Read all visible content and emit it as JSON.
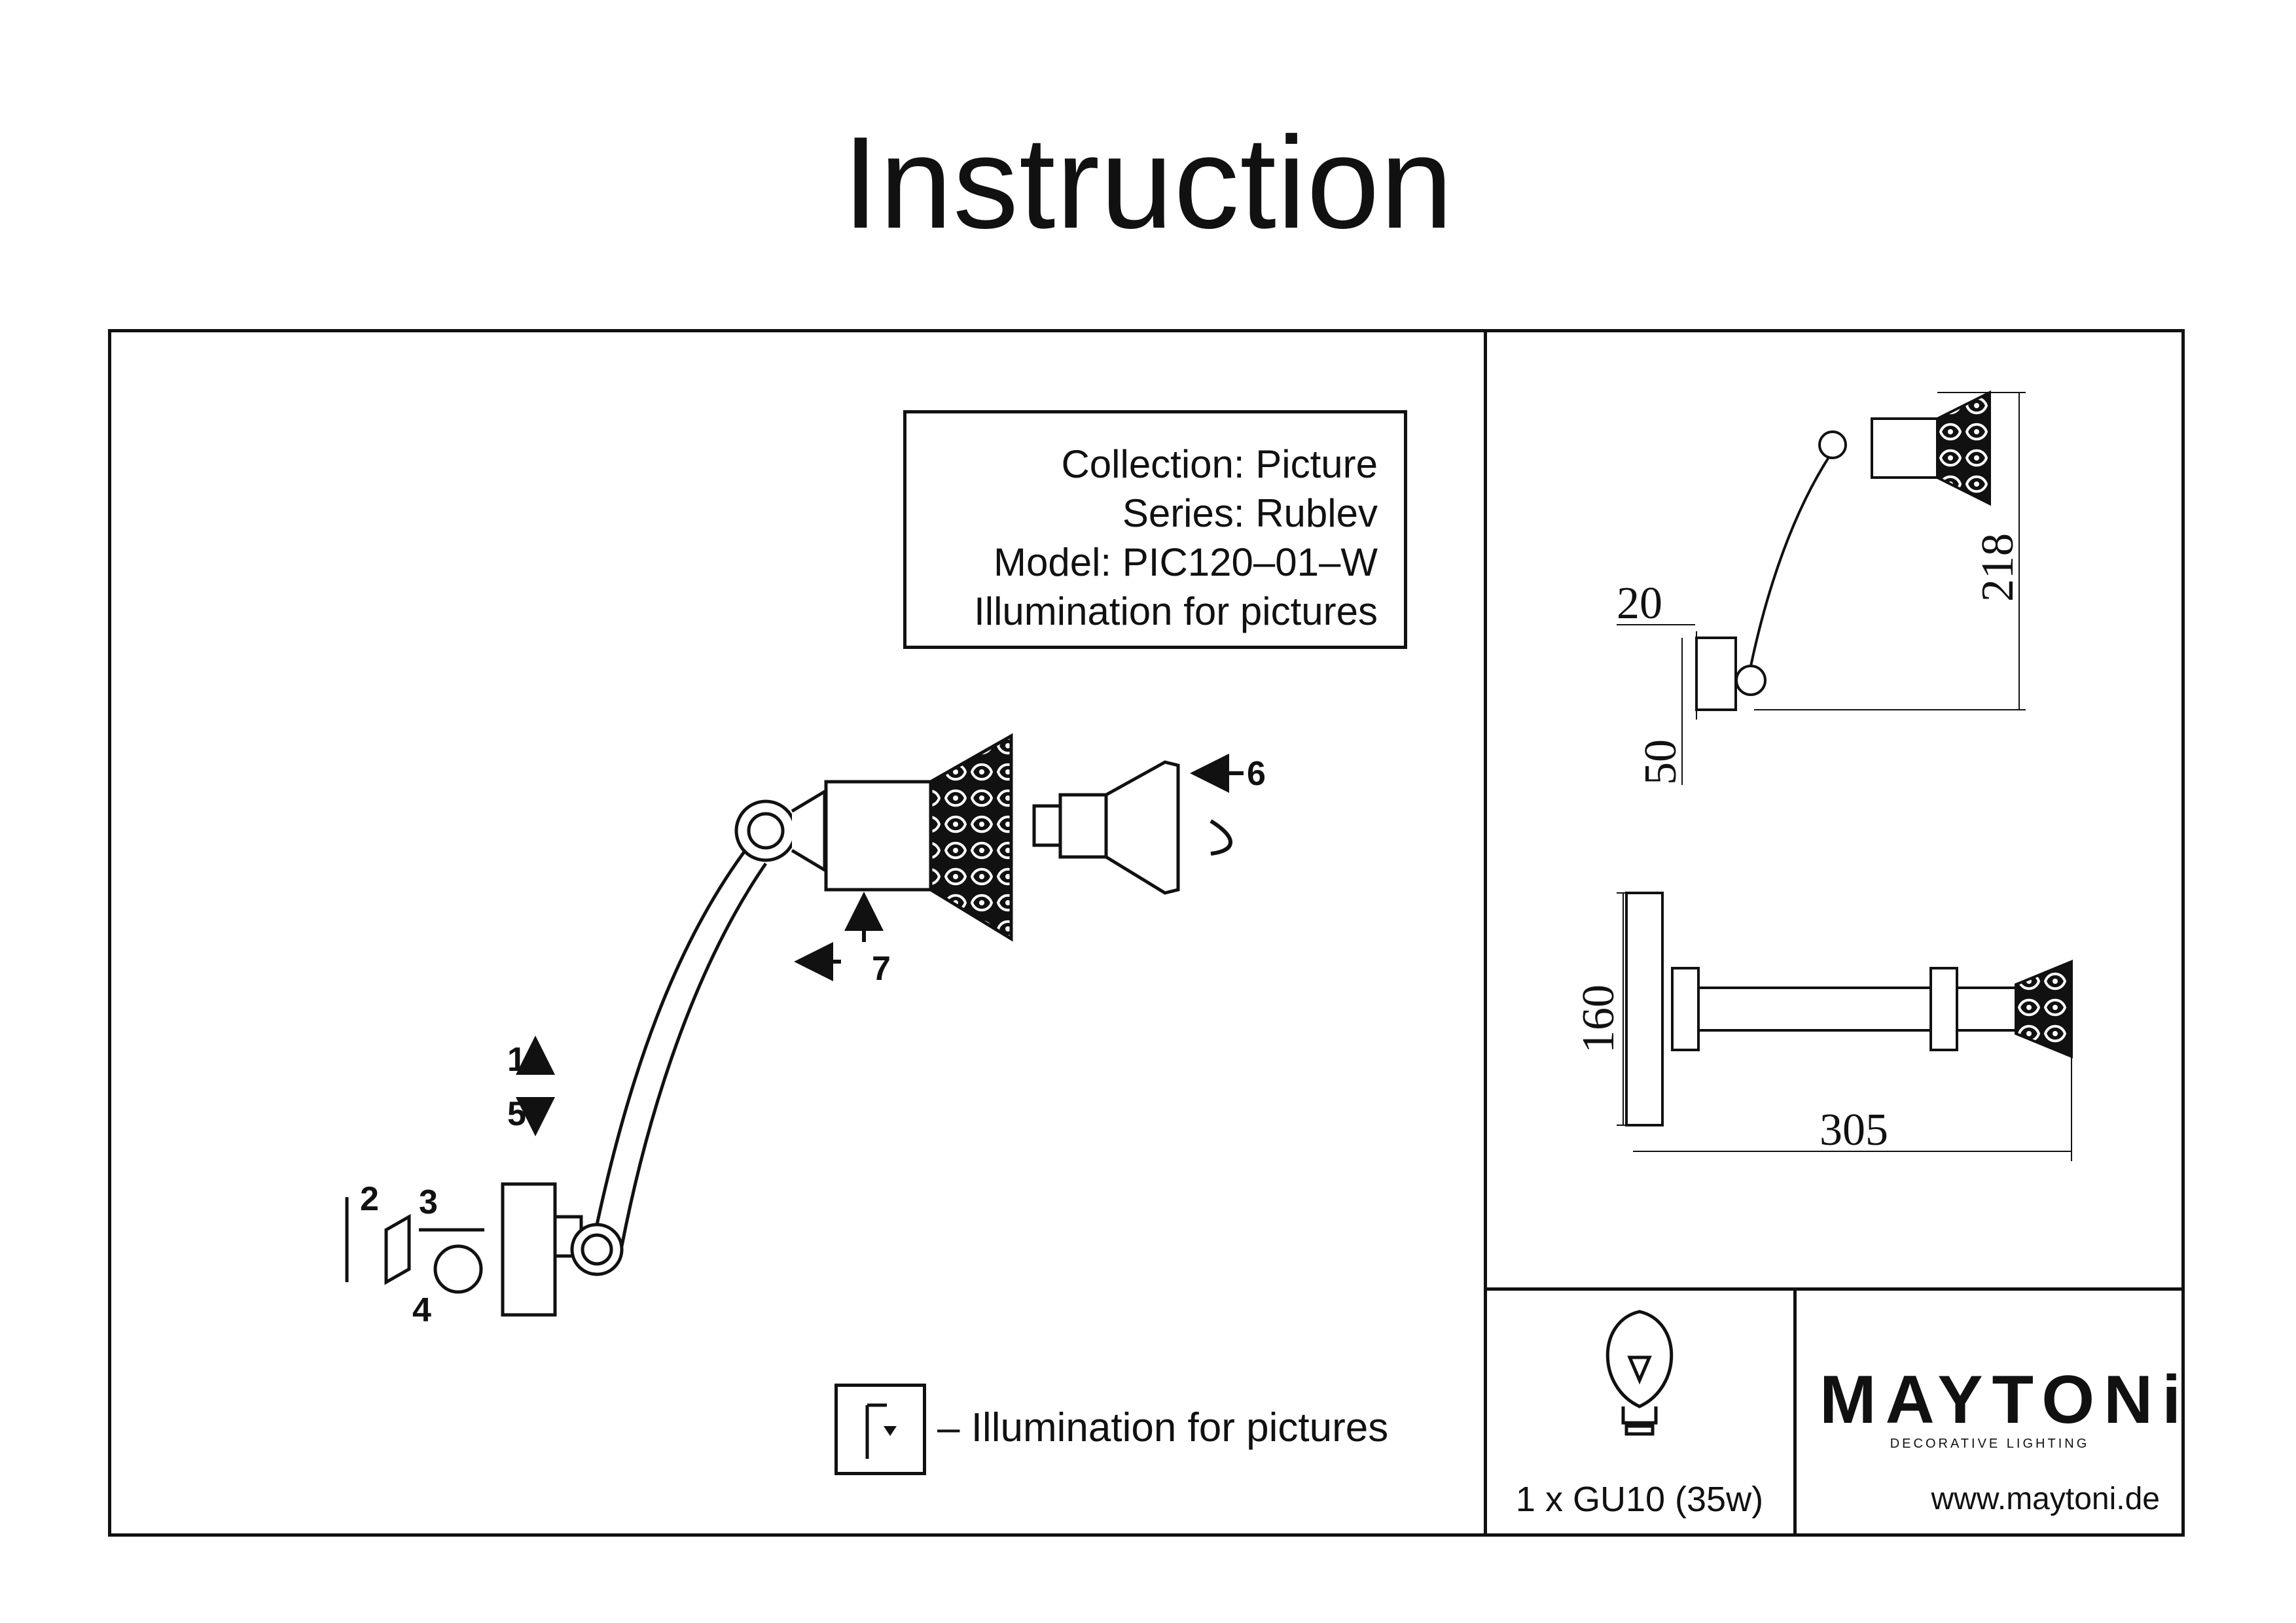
{
  "title": "Instruction",
  "info": {
    "collection": "Collection: Picture",
    "series": "Series: Rublev",
    "model": "Model: PIC120–01–W",
    "purpose": "Illumination for pictures"
  },
  "assembly_steps": {
    "step_1": "1",
    "step_2": "2",
    "step_3": "3",
    "step_4": "4",
    "step_5": "5",
    "step_6": "6",
    "step_7": "7"
  },
  "dimensions": {
    "side_offset": "20",
    "side_height": "218",
    "side_base": "50",
    "top_width": "160",
    "top_length": "305"
  },
  "legend": {
    "text": "– Illumination for pictures",
    "icon": "picture-light-icon"
  },
  "bulb": {
    "spec": "1 x GU10 (35w)",
    "icon": "light-bulb-icon"
  },
  "brand": {
    "name": "MAYTONi",
    "tagline": "DECORATIVE LIGHTING",
    "website": "www.maytoni.de"
  }
}
